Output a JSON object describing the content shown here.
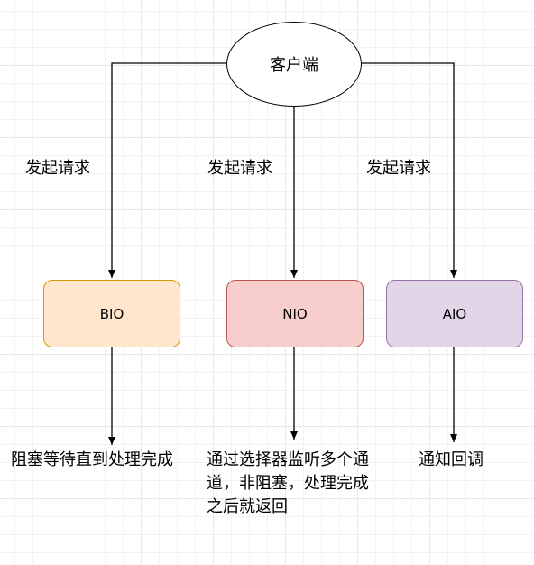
{
  "client": {
    "label": "客户端"
  },
  "edges": {
    "request_label": "发起请求"
  },
  "models": [
    {
      "label": "BIO",
      "fill": "#ffe6cc",
      "stroke": "#d79b00",
      "result": "阻塞等待直到处理完成"
    },
    {
      "label": "NIO",
      "fill": "#f8cecc",
      "stroke": "#b85450",
      "result": "通过选择器监听多个通道，非阻塞，处理完成之后就返回"
    },
    {
      "label": "AIO",
      "fill": "#e1d5e7",
      "stroke": "#9673a6",
      "result": "通知回调"
    }
  ]
}
